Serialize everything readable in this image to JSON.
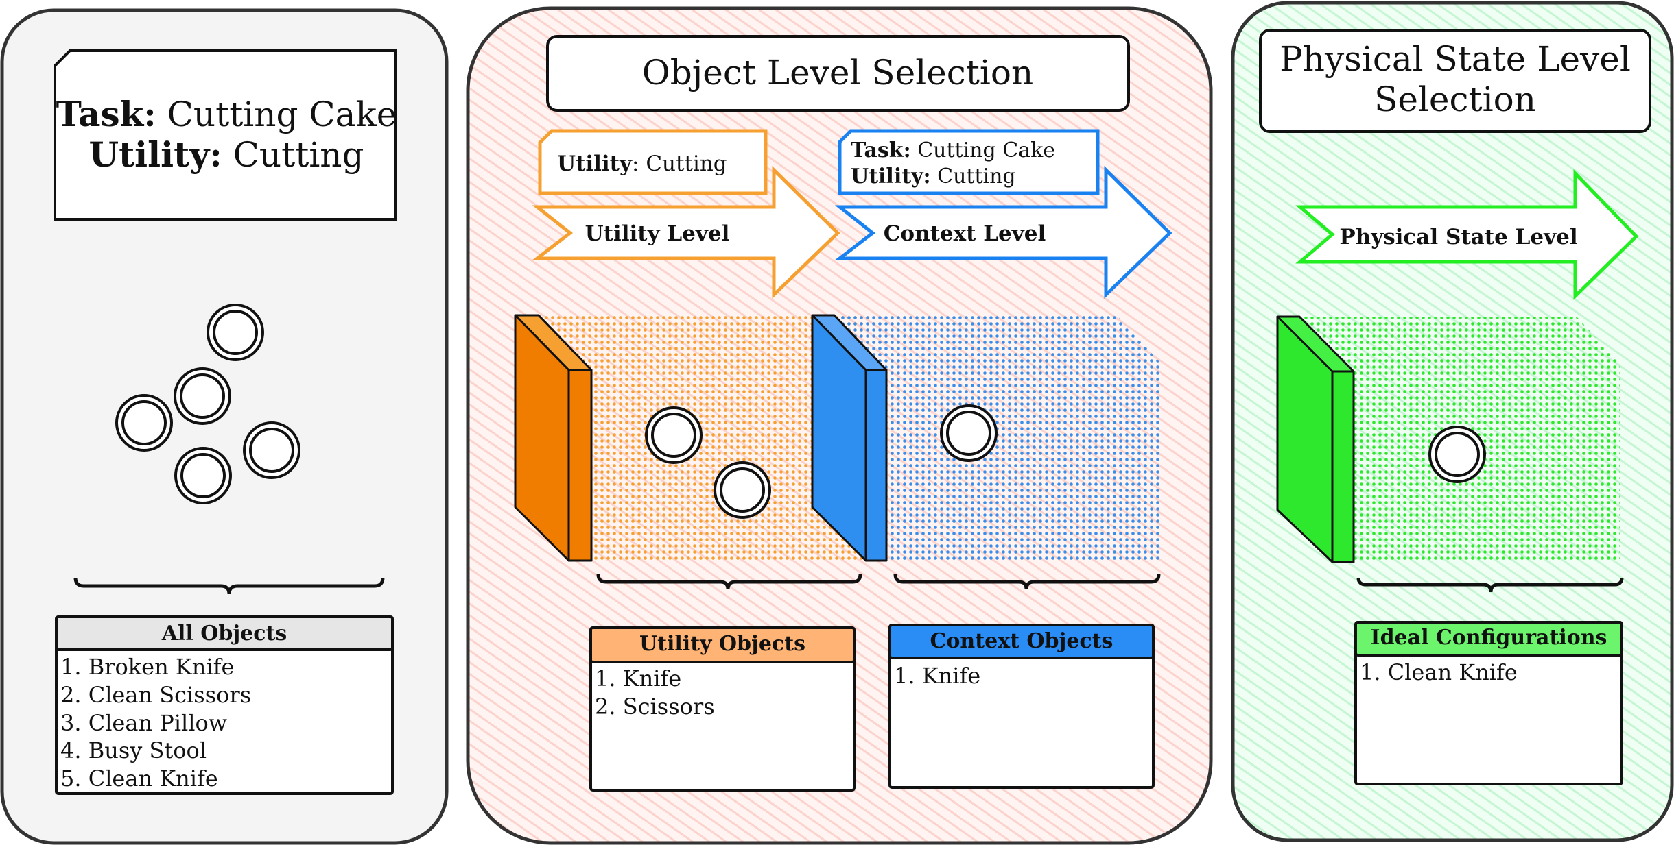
{
  "left_panel": {
    "task_label": "Task:",
    "task_value": "Cutting Cake",
    "utility_label": "Utility:",
    "utility_value": "Cutting",
    "list_title": "All Objects",
    "items": [
      "1. Broken Knife",
      "2. Clean Scissors",
      "3. Clean Pillow",
      "4. Busy Stool",
      "5. Clean Knife"
    ]
  },
  "middle_panel": {
    "title": "Object Level Selection",
    "utility_note_label": "Utility",
    "utility_note_value": ": Cutting",
    "utility_arrow_label": "Utility Level",
    "context_note_task_label": "Task:",
    "context_note_task_value": "Cutting Cake",
    "context_note_utility_label": "Utility:",
    "context_note_utility_value": "Cutting",
    "context_arrow_label": "Context Level",
    "utility_list_title": "Utility Objects",
    "utility_items": [
      "1. Knife",
      "2. Scissors"
    ],
    "context_list_title": "Context Objects",
    "context_items": [
      "1. Knife"
    ]
  },
  "right_panel": {
    "title_line1": "Physical State Level",
    "title_line2": "Selection",
    "arrow_label": "Physical State Level",
    "list_title": "Ideal Configurations",
    "items": [
      "1. Clean Knife"
    ]
  },
  "colors": {
    "orange": "#f5a030",
    "orange_dark": "#f07c00",
    "blue": "#1a82f0",
    "blue_dark": "#2f8ff0",
    "green": "#22ee22",
    "green_dark": "#2ee82e",
    "utility_header": "#ffb374",
    "context_header": "#2a8cf5",
    "ideal_header": "#6cf46c",
    "all_header": "#e6e6e6"
  }
}
